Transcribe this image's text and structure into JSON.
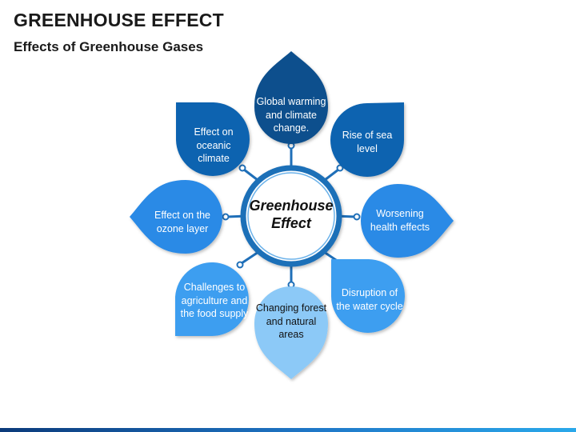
{
  "header": {
    "title": "GREENHOUSE EFFECT",
    "subtitle": "Effects of Greenhouse Gases"
  },
  "center": {
    "label": "Greenhouse Effect"
  },
  "petals": [
    {
      "id": "global-warming",
      "label": "Global warming and climate change.",
      "color": "#0b4f8d"
    },
    {
      "id": "sea-level",
      "label": "Rise of sea level",
      "color": "#0f63b0"
    },
    {
      "id": "health",
      "label": "Worsening health effects",
      "color": "#2b8ae6"
    },
    {
      "id": "water-cycle",
      "label": "Disruption of the water cycle",
      "color": "#3c9ef0"
    },
    {
      "id": "forest",
      "label": "Changing forest and natural areas",
      "color": "#8cc9f7"
    },
    {
      "id": "agriculture",
      "label": "Challenges to agriculture and the food supply",
      "color": "#3c9ef0"
    },
    {
      "id": "ozone",
      "label": "Effect on the ozone layer",
      "color": "#2b8ae6"
    },
    {
      "id": "oceanic",
      "label": "Effect on oceanic climate",
      "color": "#0f63b0"
    }
  ],
  "colors": {
    "connector": "#1f6fb8",
    "center_ring": "#1f6fb8",
    "background": "#ffffff"
  }
}
